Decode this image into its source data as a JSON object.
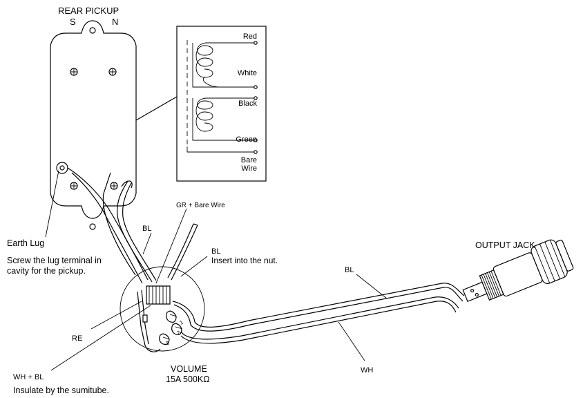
{
  "title": "REAR PICKUP",
  "poles": {
    "south": "S",
    "north": "N"
  },
  "wire_colors": {
    "red": "Red",
    "white": "White",
    "black": "Black",
    "green": "Green",
    "bare_line1": "Bare",
    "bare_line2": "Wire"
  },
  "labels": {
    "gr_bare_wire": "GR + Bare Wire",
    "bl_top": "BL",
    "bl_insert": "BL",
    "insert_note": "Insert into the nut.",
    "earth_lug": "Earth Lug",
    "earth_note_line1": "Screw the lug terminal in",
    "earth_note_line2": "cavity for the pickup.",
    "re": "RE",
    "wh_bl": "WH + BL",
    "insulate_note": "Insulate by the sumitube.",
    "volume": "VOLUME",
    "volume_spec": "15A 500KΩ",
    "output_jack": "OUTPUT JACK",
    "bl_cable": "BL",
    "wh_cable": "WH",
    "pot_terminals": [
      "1",
      "2",
      "3"
    ]
  }
}
